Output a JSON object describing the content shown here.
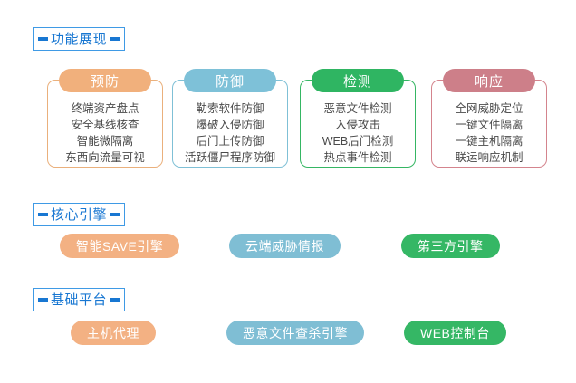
{
  "sections": [
    {
      "label": "功能展现"
    },
    {
      "label": "核心引擎"
    },
    {
      "label": "基础平台"
    }
  ],
  "pillars": [
    {
      "title": "预防",
      "theme": "orange",
      "items": [
        "终端资产盘点",
        "安全基线核查",
        "智能微隔离",
        "东西向流量可视"
      ]
    },
    {
      "title": "防御",
      "theme": "blue",
      "items": [
        "勒索软件防御",
        "爆破入侵防御",
        "后门上传防御",
        "活跃僵尸程序防御"
      ]
    },
    {
      "title": "检测",
      "theme": "green",
      "items": [
        "恶意文件检测",
        "入侵攻击",
        "WEB后门检测",
        "热点事件检测"
      ]
    },
    {
      "title": "响应",
      "theme": "rose",
      "items": [
        "全网威胁定位",
        "一键文件隔离",
        "一键主机隔离",
        "联运响应机制"
      ]
    }
  ],
  "core_engines": [
    {
      "label": "智能SAVE引擎",
      "theme": "orange"
    },
    {
      "label": "云端威胁情报",
      "theme": "blue"
    },
    {
      "label": "第三方引擎",
      "theme": "green"
    }
  ],
  "base_platform": [
    {
      "label": "主机代理",
      "theme": "orange"
    },
    {
      "label": "恶意文件查杀引擎",
      "theme": "blue"
    },
    {
      "label": "WEB控制台",
      "theme": "green"
    }
  ],
  "colors": {
    "accent_blue": "#1877d2",
    "header_border": "#3f9ae5",
    "orange": "#f1b07c",
    "blue": "#7ec1d8",
    "green": "#2fb562",
    "rose": "#cd7f89",
    "body_text": "#4a4a4a",
    "background": "#ffffff"
  }
}
